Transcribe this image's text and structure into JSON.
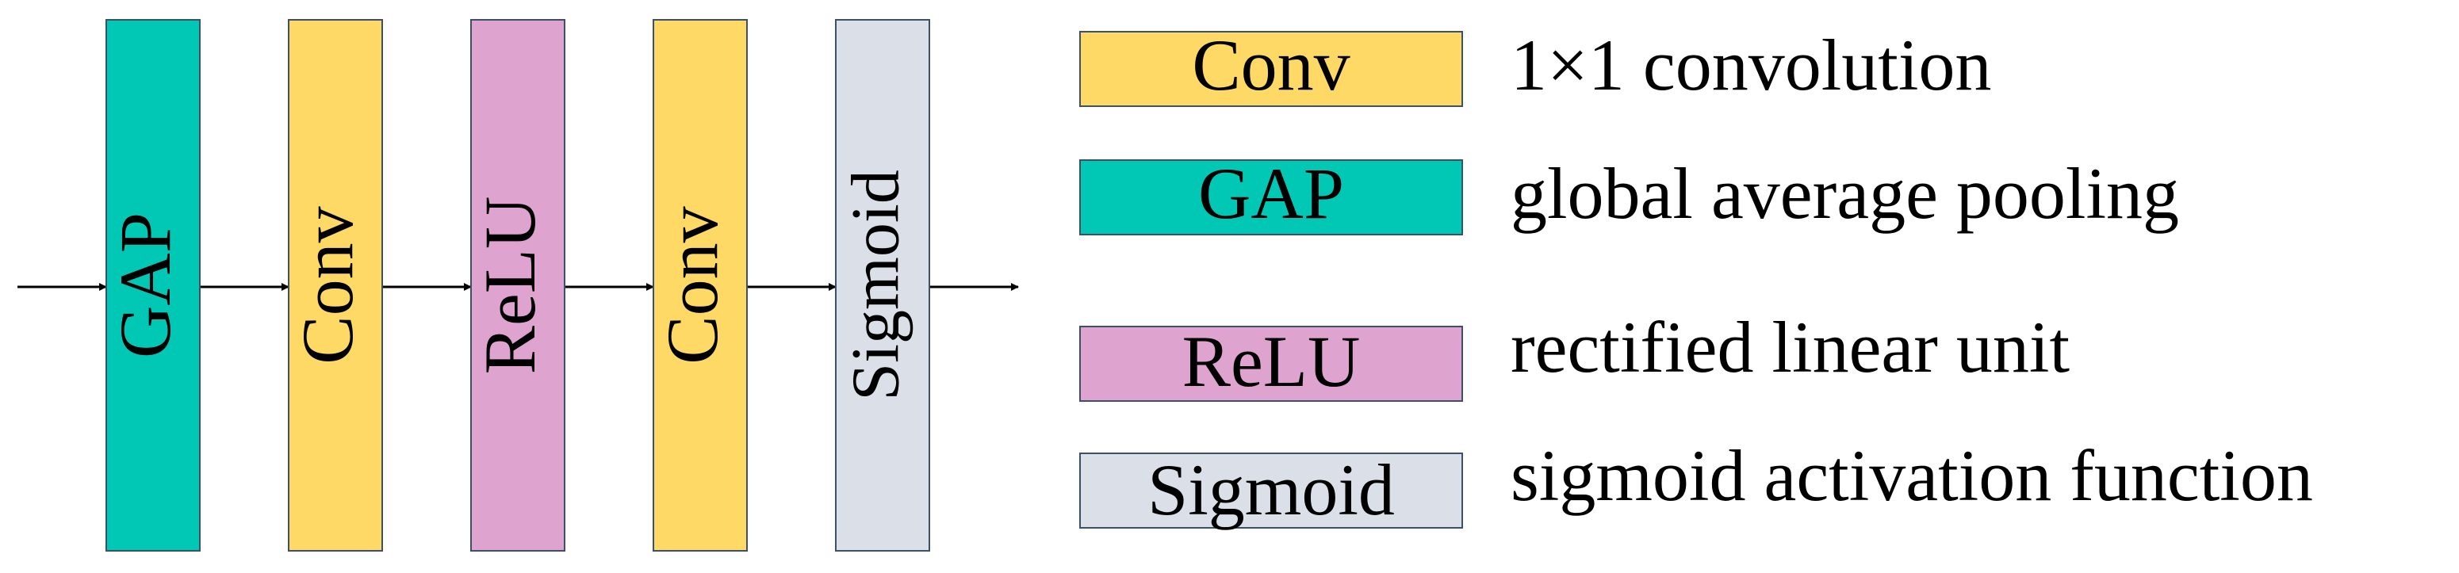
{
  "colors": {
    "gap": "#00C8B4",
    "conv": "#FFD966",
    "relu": "#DEA4CF",
    "sigmoid": "#DADFE8",
    "border": "#3A506B",
    "arrow": "#000000"
  },
  "pipeline": {
    "blocks": [
      {
        "label": "GAP",
        "color_key": "gap"
      },
      {
        "label": "Conv",
        "color_key": "conv"
      },
      {
        "label": "ReLU",
        "color_key": "relu"
      },
      {
        "label": "Conv",
        "color_key": "conv"
      },
      {
        "label": "Sigmoid",
        "color_key": "sigmoid"
      }
    ]
  },
  "legend": {
    "items": [
      {
        "label": "Conv",
        "color_key": "conv",
        "description": "1×1 convolution"
      },
      {
        "label": "GAP",
        "color_key": "gap",
        "description": "global average pooling"
      },
      {
        "label": "ReLU",
        "color_key": "relu",
        "description": "rectified linear unit"
      },
      {
        "label": "Sigmoid",
        "color_key": "sigmoid",
        "description": "sigmoid activation function"
      }
    ]
  }
}
